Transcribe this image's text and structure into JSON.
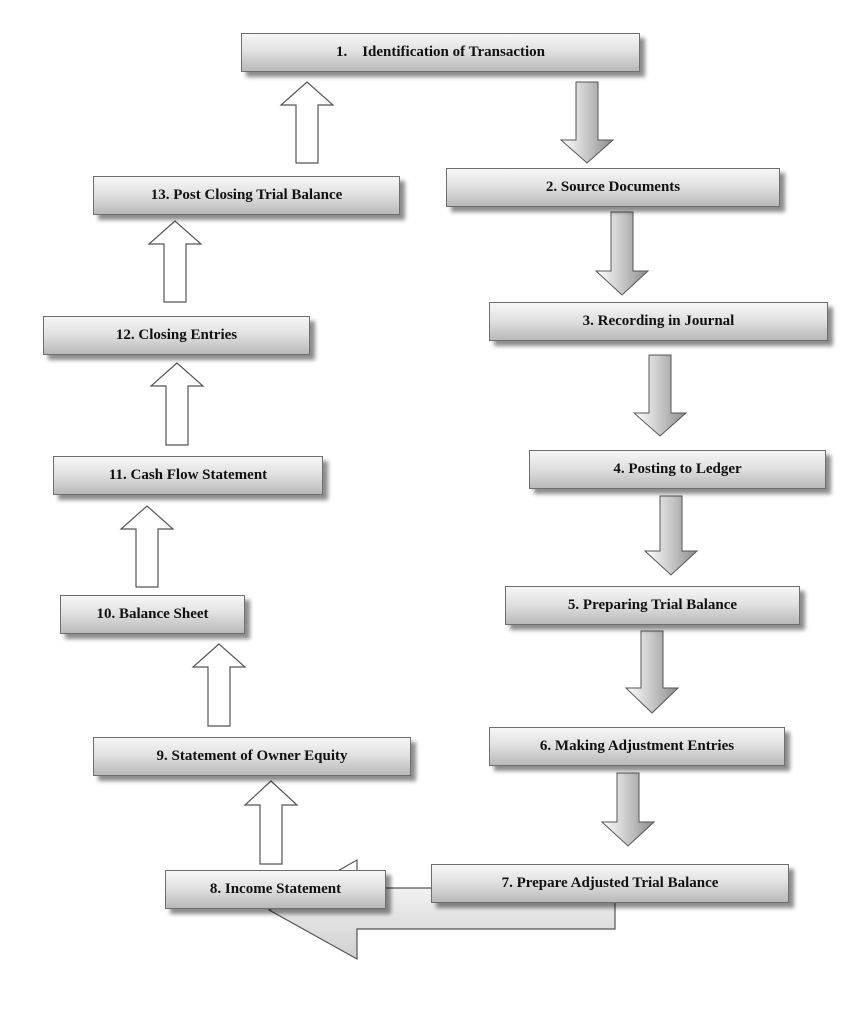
{
  "diagram": {
    "steps": [
      {
        "id": 1,
        "label": "1.    Identification of Transaction"
      },
      {
        "id": 2,
        "label": "2. Source Documents"
      },
      {
        "id": 3,
        "label": "3. Recording in Journal"
      },
      {
        "id": 4,
        "label": "4. Posting to Ledger"
      },
      {
        "id": 5,
        "label": "5. Preparing Trial Balance"
      },
      {
        "id": 6,
        "label": "6. Making Adjustment Entries"
      },
      {
        "id": 7,
        "label": "7. Prepare Adjusted Trial Balance"
      },
      {
        "id": 8,
        "label": "8. Income Statement"
      },
      {
        "id": 9,
        "label": "9. Statement of Owner Equity"
      },
      {
        "id": 10,
        "label": "10. Balance Sheet"
      },
      {
        "id": 11,
        "label": "11. Cash Flow Statement"
      },
      {
        "id": 12,
        "label": "12. Closing Entries"
      },
      {
        "id": 13,
        "label": "13. Post Closing Trial Balance"
      }
    ],
    "flow": [
      [
        1,
        2
      ],
      [
        2,
        3
      ],
      [
        3,
        4
      ],
      [
        4,
        5
      ],
      [
        5,
        6
      ],
      [
        6,
        7
      ],
      [
        7,
        8
      ],
      [
        8,
        9
      ],
      [
        9,
        10
      ],
      [
        10,
        11
      ],
      [
        11,
        12
      ],
      [
        12,
        13
      ],
      [
        13,
        1
      ]
    ],
    "style": {
      "box_border": "#6e6e6e",
      "box_gradient_top": "#f6f6f6",
      "box_gradient_bottom": "#b9b9b9",
      "arrow_fill_light": "#ffffff",
      "arrow_fill_dark": "#8c8c8c",
      "arrow_stroke": "#555555"
    }
  }
}
